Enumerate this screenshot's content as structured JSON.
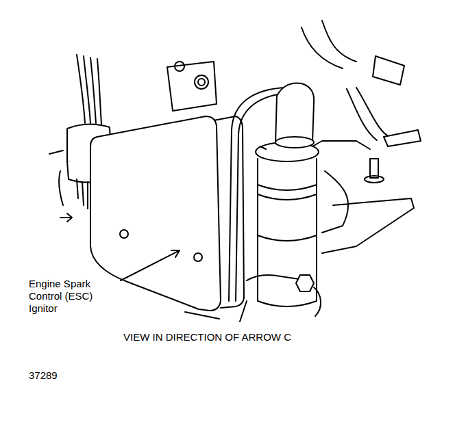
{
  "diagram": {
    "caption": "VIEW IN DIRECTION OF ARROW C",
    "labels": [
      "Engine Spark Control (ESC) Ignitor",
      "37289"
    ]
  }
}
